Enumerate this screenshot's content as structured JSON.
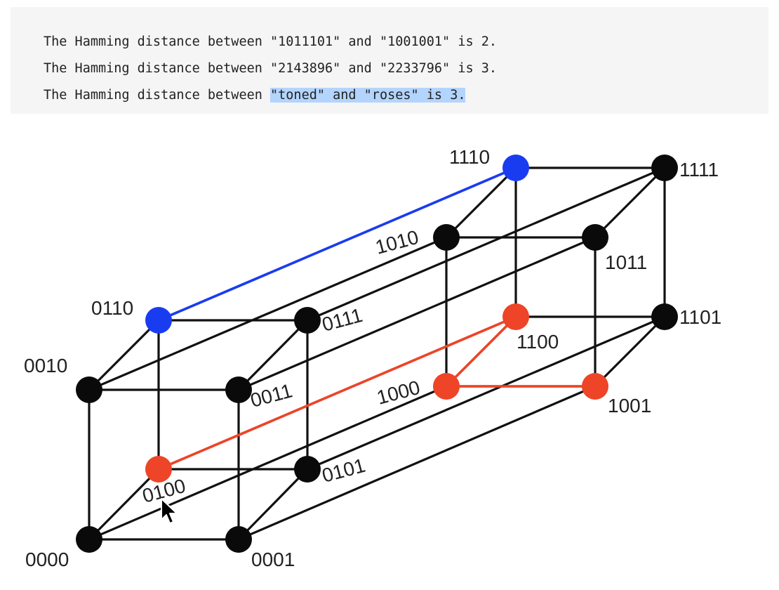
{
  "output": {
    "lines": [
      {
        "prefix": "The Hamming distance between ",
        "highlight": "",
        "suffix": "\"1011101\" and \"1001001\" is 2."
      },
      {
        "prefix": "The Hamming distance between ",
        "highlight": "",
        "suffix": "\"2143896\" and \"2233796\" is 3."
      },
      {
        "prefix": "The Hamming distance between ",
        "highlight": "\"toned\" and \"roses\" is 3.",
        "suffix": ""
      }
    ]
  },
  "diagram": {
    "colors": {
      "edge": "#111111",
      "node": "#0a0a0a",
      "blue": "#1a3cf0",
      "red": "#ee4427"
    },
    "vertices": {
      "0000": {
        "color": "node"
      },
      "0001": {
        "color": "node"
      },
      "0010": {
        "color": "node"
      },
      "0011": {
        "color": "node"
      },
      "0100": {
        "color": "red"
      },
      "0101": {
        "color": "node"
      },
      "0110": {
        "color": "blue"
      },
      "0111": {
        "color": "node"
      },
      "1000": {
        "color": "red"
      },
      "1001": {
        "color": "red"
      },
      "1010": {
        "color": "node"
      },
      "1011": {
        "color": "node"
      },
      "1100": {
        "color": "red"
      },
      "1101": {
        "color": "node"
      },
      "1110": {
        "color": "blue"
      },
      "1111": {
        "color": "node"
      }
    },
    "edges": [
      [
        "0000",
        "0001"
      ],
      [
        "0000",
        "0010"
      ],
      [
        "0000",
        "0100"
      ],
      [
        "0000",
        "1000"
      ],
      [
        "0001",
        "0011"
      ],
      [
        "0001",
        "0101"
      ],
      [
        "0001",
        "1001"
      ],
      [
        "0010",
        "0011"
      ],
      [
        "0010",
        "0110"
      ],
      [
        "0010",
        "1010"
      ],
      [
        "0011",
        "0111"
      ],
      [
        "0011",
        "1011"
      ],
      [
        "0100",
        "0101"
      ],
      [
        "0100",
        "0110"
      ],
      [
        "0100",
        "1100"
      ],
      [
        "0101",
        "0111"
      ],
      [
        "0101",
        "1101"
      ],
      [
        "0110",
        "0111"
      ],
      [
        "0110",
        "1110"
      ],
      [
        "0111",
        "1111"
      ],
      [
        "1000",
        "1001"
      ],
      [
        "1000",
        "1010"
      ],
      [
        "1000",
        "1100"
      ],
      [
        "1001",
        "1011"
      ],
      [
        "1001",
        "1101"
      ],
      [
        "1010",
        "1011"
      ],
      [
        "1010",
        "1110"
      ],
      [
        "1011",
        "1111"
      ],
      [
        "1100",
        "1101"
      ],
      [
        "1100",
        "1110"
      ],
      [
        "1101",
        "1111"
      ],
      [
        "1110",
        "1111"
      ]
    ],
    "blue_path": [
      [
        "0110",
        "1110"
      ]
    ],
    "red_path": [
      [
        "0100",
        "1100"
      ],
      [
        "1100",
        "1000"
      ],
      [
        "1000",
        "1001"
      ]
    ]
  }
}
